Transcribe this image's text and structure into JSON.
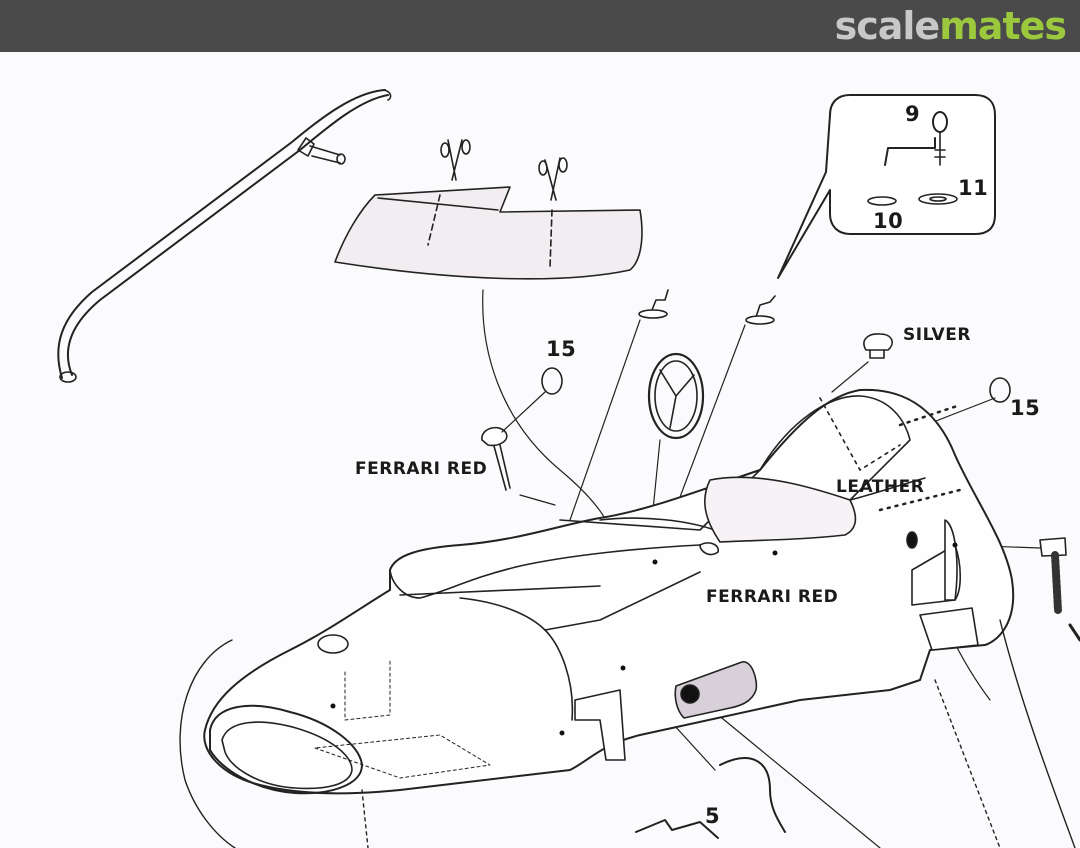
{
  "header": {
    "logo_part1": "scale",
    "logo_part2": "mates"
  },
  "labels": {
    "silver": "SILVER",
    "ferrari_red_1": "FERRARI RED",
    "leather": "LEATHER",
    "ferrari_red_2": "FERRARI RED",
    "part_9": "9",
    "part_11": "11",
    "part_10": "10",
    "part_15_left": "15",
    "part_15_right": "15",
    "part_5": "5"
  },
  "colors": {
    "header_bg": "#4a4a4a",
    "logo_gray": "#c8c8c8",
    "logo_green": "#9bc83c",
    "line": "#222222"
  }
}
